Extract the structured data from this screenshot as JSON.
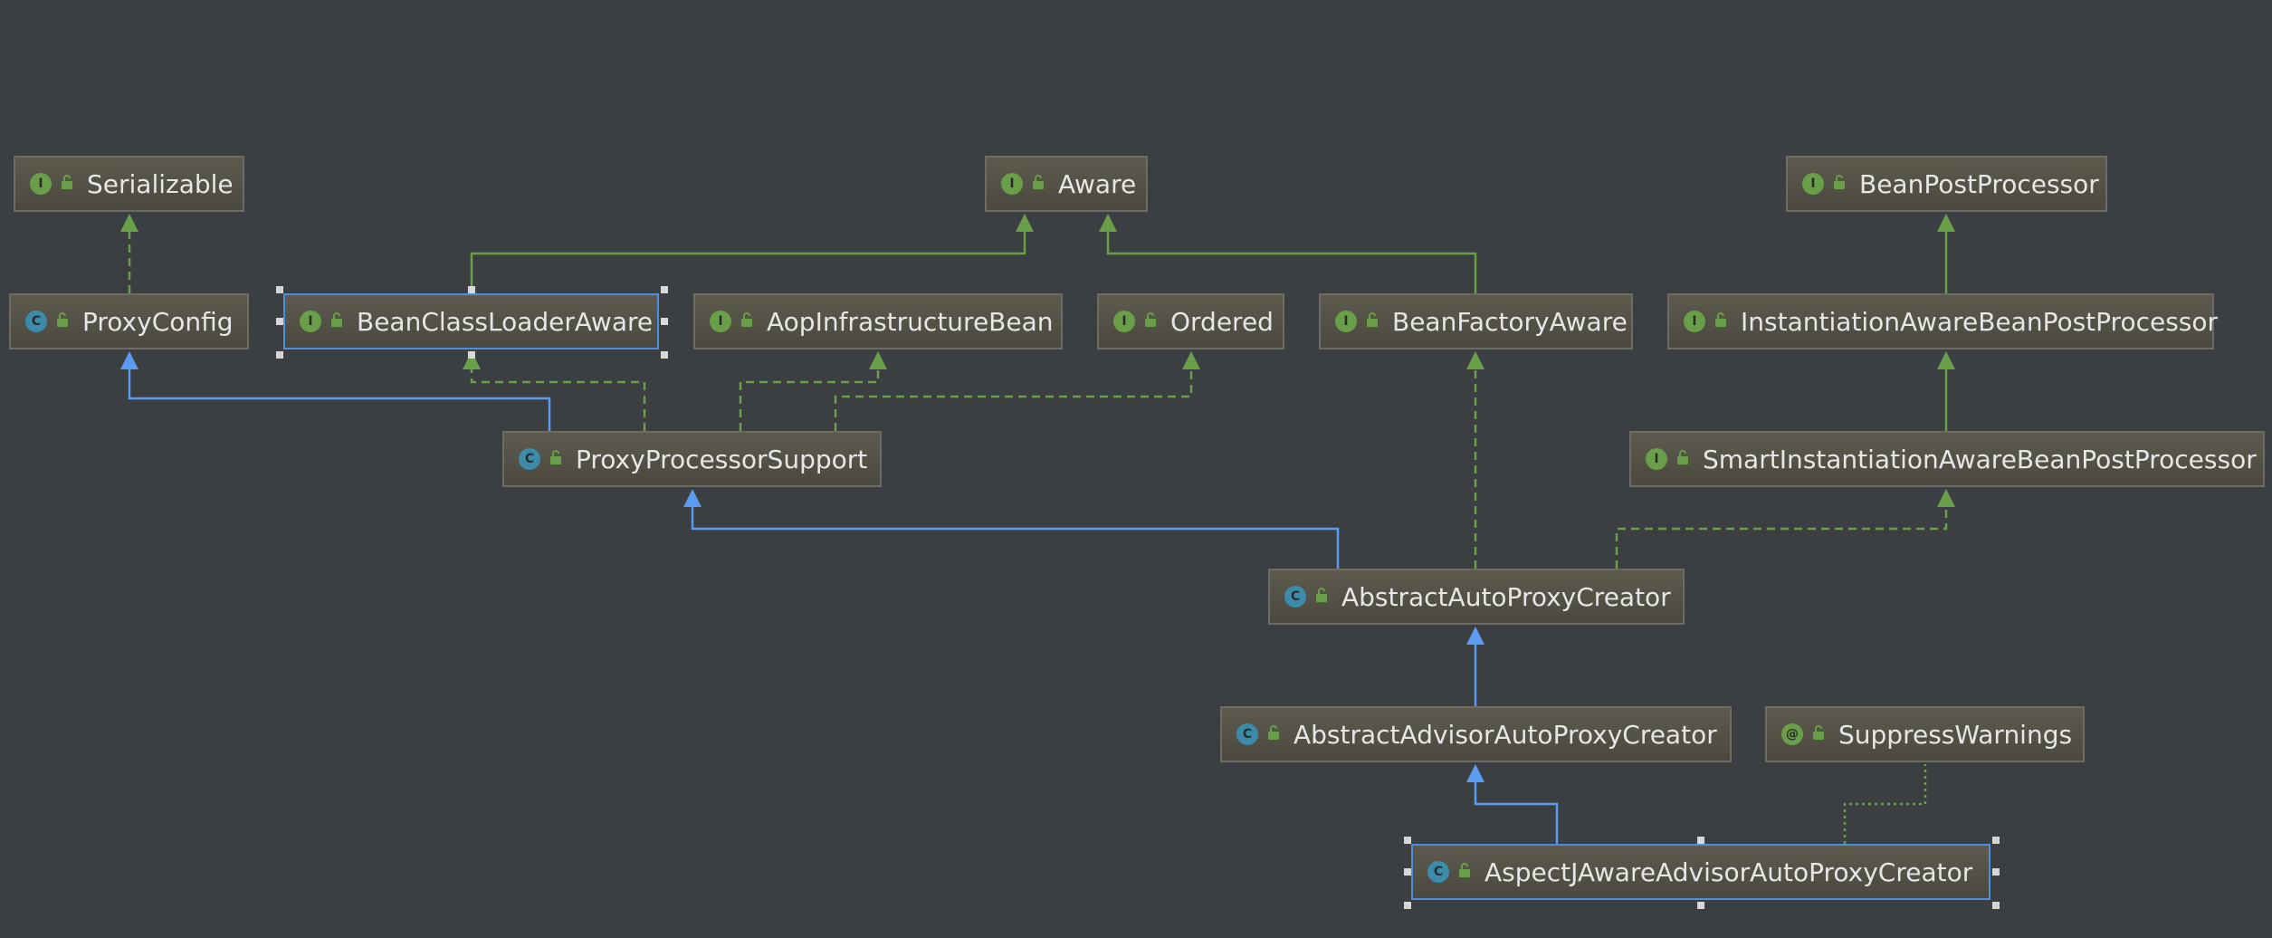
{
  "nodes": [
    {
      "id": "serializable",
      "kind": "interface",
      "badge": "I",
      "label": "Serializable"
    },
    {
      "id": "aware",
      "kind": "interface",
      "badge": "I",
      "label": "Aware"
    },
    {
      "id": "beanpostprocessor",
      "kind": "interface",
      "badge": "I",
      "label": "BeanPostProcessor"
    },
    {
      "id": "proxyconfig",
      "kind": "class",
      "badge": "C",
      "label": "ProxyConfig"
    },
    {
      "id": "beanclassloaderaware",
      "kind": "interface",
      "badge": "I",
      "label": "BeanClassLoaderAware",
      "selected": true
    },
    {
      "id": "aopinfrastructurebean",
      "kind": "interface",
      "badge": "I",
      "label": "AopInfrastructureBean"
    },
    {
      "id": "ordered",
      "kind": "interface",
      "badge": "I",
      "label": "Ordered"
    },
    {
      "id": "beanfactoryaware",
      "kind": "interface",
      "badge": "I",
      "label": "BeanFactoryAware"
    },
    {
      "id": "instantiationawarebeanpostprocessor",
      "kind": "interface",
      "badge": "I",
      "label": "InstantiationAwareBeanPostProcessor"
    },
    {
      "id": "proxyprocessorsupport",
      "kind": "class",
      "badge": "C",
      "label": "ProxyProcessorSupport"
    },
    {
      "id": "smartinstantiationawarebeanpostprocessor",
      "kind": "interface",
      "badge": "I",
      "label": "SmartInstantiationAwareBeanPostProcessor"
    },
    {
      "id": "abstractautoproxycreator",
      "kind": "class",
      "badge": "C",
      "label": "AbstractAutoProxyCreator"
    },
    {
      "id": "abstractadvisorautoproxycreator",
      "kind": "class",
      "badge": "C",
      "label": "AbstractAdvisorAutoProxyCreator"
    },
    {
      "id": "suppresswarnings",
      "kind": "annotation",
      "badge": "@",
      "label": "SuppressWarnings"
    },
    {
      "id": "aspectjawareadvisorautoproxycreator",
      "kind": "class",
      "badge": "C",
      "label": "AspectJAwareAdvisorAutoProxyCreator",
      "selected": true
    }
  ],
  "edges": [
    {
      "from": "proxyconfig",
      "to": "serializable",
      "type": "implements"
    },
    {
      "from": "beanclassloaderaware",
      "to": "aware",
      "type": "extends-interface"
    },
    {
      "from": "beanfactoryaware",
      "to": "aware",
      "type": "extends-interface"
    },
    {
      "from": "instantiationawarebeanpostprocessor",
      "to": "beanpostprocessor",
      "type": "extends-interface"
    },
    {
      "from": "smartinstantiationawarebeanpostprocessor",
      "to": "instantiationawarebeanpostprocessor",
      "type": "extends-interface"
    },
    {
      "from": "proxyprocessorsupport",
      "to": "proxyconfig",
      "type": "extends"
    },
    {
      "from": "proxyprocessorsupport",
      "to": "beanclassloaderaware",
      "type": "implements"
    },
    {
      "from": "proxyprocessorsupport",
      "to": "aopinfrastructurebean",
      "type": "implements"
    },
    {
      "from": "proxyprocessorsupport",
      "to": "ordered",
      "type": "implements"
    },
    {
      "from": "abstractautoproxycreator",
      "to": "proxyprocessorsupport",
      "type": "extends"
    },
    {
      "from": "abstractautoproxycreator",
      "to": "beanfactoryaware",
      "type": "implements"
    },
    {
      "from": "abstractautoproxycreator",
      "to": "smartinstantiationawarebeanpostprocessor",
      "type": "implements"
    },
    {
      "from": "abstractadvisorautoproxycreator",
      "to": "abstractautoproxycreator",
      "type": "extends"
    },
    {
      "from": "aspectjawareadvisorautoproxycreator",
      "to": "abstractadvisorautoproxycreator",
      "type": "extends"
    },
    {
      "from": "aspectjawareadvisorautoproxycreator",
      "to": "suppresswarnings",
      "type": "annotated"
    }
  ],
  "colors": {
    "background": "#3c3f41",
    "extends": "#5b9cf0",
    "implements": "#6a9f4a",
    "annotated": "#6a9f4a",
    "selection": "#4a8fe0"
  }
}
